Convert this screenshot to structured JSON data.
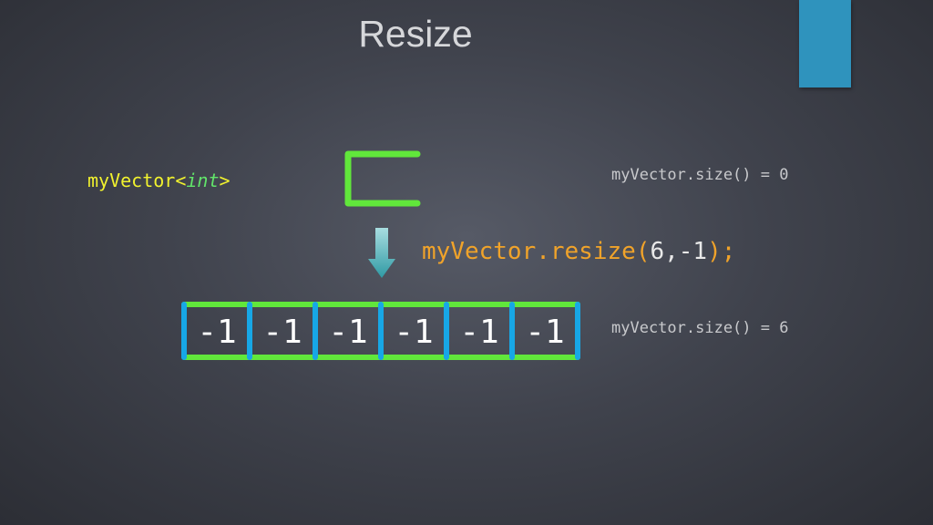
{
  "slide": {
    "title": "Resize"
  },
  "left_label": {
    "prefix": "myVector<",
    "type": "int",
    "suffix": ">"
  },
  "readouts": {
    "before": "myVector.size() = 0",
    "after": "myVector.size() = 6"
  },
  "call": {
    "method": "myVector.resize",
    "open": "(",
    "args": "6,-1",
    "close": ")",
    "end": ";"
  },
  "vector": {
    "cells": [
      "-1",
      "-1",
      "-1",
      "-1",
      "-1",
      "-1"
    ]
  },
  "colors": {
    "accent_bar": "#2f93bd",
    "bracket_green": "#61e73b",
    "cell_border_blue": "#17a7e6",
    "label_yellow": "#f1f22e",
    "type_green": "#62e46a",
    "call_orange": "#f0a32a",
    "call_args": "#e8e8e8",
    "arrow_top": "#a8dde0",
    "arrow_bottom": "#2f9aa4"
  }
}
